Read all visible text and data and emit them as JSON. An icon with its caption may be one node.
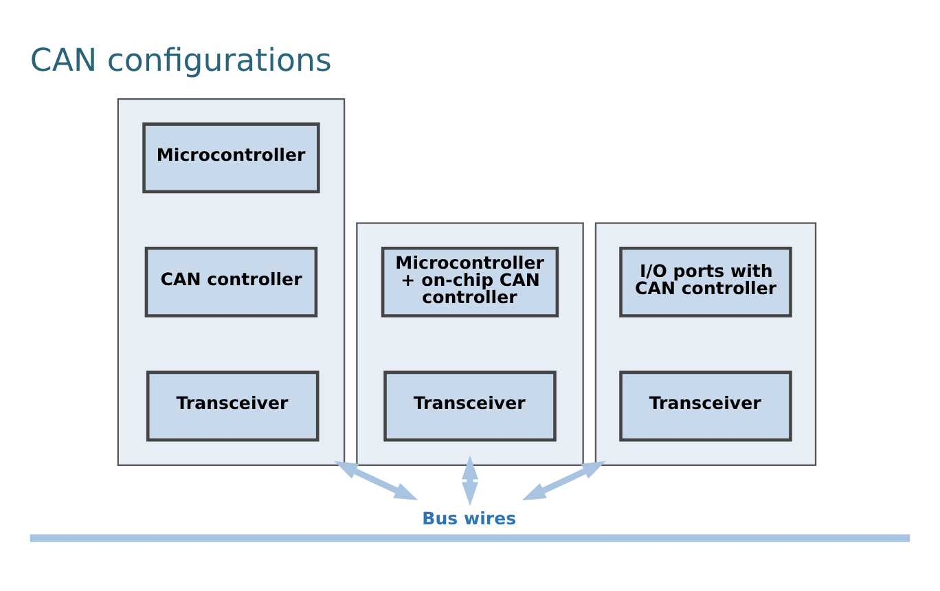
{
  "diagram": {
    "title": "CAN configurations",
    "nodes": [
      {
        "text": [],
        "shape": "box"
      },
      {
        "text": [
          "Microcontroller"
        ],
        "in": 0
      },
      {
        "text": [
          "CAN controller"
        ],
        "in": 0
      },
      {
        "text": [
          "Transceiver"
        ],
        "in": 0
      },
      {
        "text": [],
        "shape": "box"
      },
      {
        "text": [
          "Microcontroller + on-chip CAN controller"
        ],
        "in": 4
      },
      {
        "text": [
          "Transceiver"
        ],
        "in": 4
      },
      {
        "text": [],
        "shape": "box"
      },
      {
        "text": [
          "I/O ports with CAN controller"
        ],
        "in": 7
      },
      {
        "text": [
          "Transceiver"
        ],
        "in": 7
      },
      {
        "text": [],
        "shape": "bar",
        "beside": [
          "Bus wires"
        ]
      }
    ],
    "edges": [
      {
        "from": 0,
        "to": 10,
        "arrow": "both"
      },
      {
        "from": 4,
        "to": 10,
        "arrow": "both"
      },
      {
        "from": 7,
        "to": 10,
        "arrow": "both"
      }
    ]
  }
}
